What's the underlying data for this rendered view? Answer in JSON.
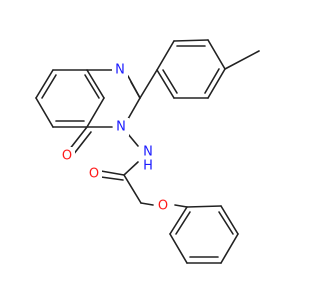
{
  "colors": {
    "bond": "#222222",
    "nitrogen": "#1a1aff",
    "oxygen": "#ff1a1a",
    "background": "#ffffff"
  },
  "atoms": {
    "n_ring_top": {
      "label": "N",
      "element": "nitrogen"
    },
    "n_ring_3": {
      "label": "N",
      "element": "nitrogen"
    },
    "n_amide": {
      "label": "N",
      "element": "nitrogen"
    },
    "h_amide": {
      "label": "H",
      "element": "nitrogen"
    },
    "o_ketone": {
      "label": "O",
      "element": "oxygen"
    },
    "o_amide": {
      "label": "O",
      "element": "oxygen"
    },
    "o_ether": {
      "label": "O",
      "element": "oxygen"
    }
  }
}
